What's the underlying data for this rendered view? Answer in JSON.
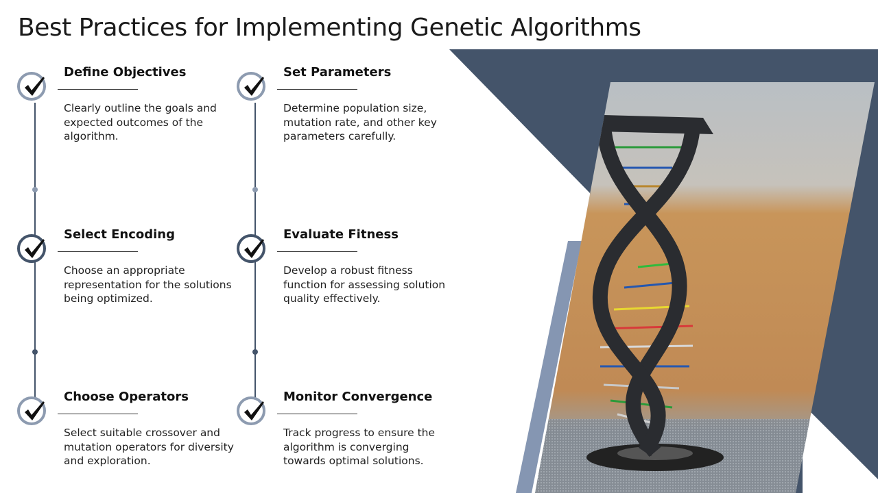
{
  "slide": {
    "title": "Best Practices for Implementing Genetic Algorithms",
    "items": [
      {
        "title": "Define Objectives",
        "description": "Clearly outline the goals and expected outcomes of the algorithm."
      },
      {
        "title": "Set Parameters",
        "description": "Determine population size, mutation rate, and other key parameters carefully."
      },
      {
        "title": "Select Encoding",
        "description": "Choose an appropriate representation for the solutions being optimized."
      },
      {
        "title": "Evaluate Fitness",
        "description": "Develop a robust fitness function for assessing solution quality effectively."
      },
      {
        "title": "Choose Operators",
        "description": "Select suitable crossover and mutation operators for diversity and exploration."
      },
      {
        "title": "Monitor Convergence",
        "description": "Track progress to ensure the algorithm is converging towards optimal solutions."
      }
    ]
  },
  "colors": {
    "navy": "#44546a",
    "slate": "#8d9bb0"
  }
}
